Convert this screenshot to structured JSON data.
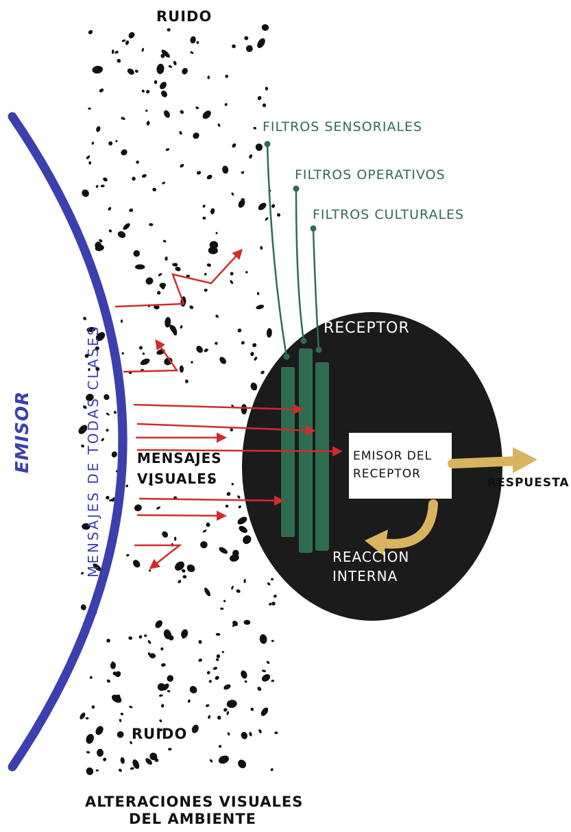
{
  "labels": {
    "ruido_top": "RUIDO",
    "ruido_bottom": "RUIDO",
    "filtros_sensoriales": "FILTROS SENSORIALES",
    "filtros_operativos": "FILTROS OPERATIVOS",
    "filtros_culturales": "FILTROS CULTURALES",
    "receptor": "RECEPTOR",
    "emisor": "EMISOR",
    "mensajes_todas_clases": "MENSAJES DE TODAS CLASES",
    "mensajes_visuales_1": "MENSAJES",
    "mensajes_visuales_2": "VISUALES",
    "emisor_del_receptor_1": "EMISOR DEL",
    "emisor_del_receptor_2": "RECEPTOR",
    "respuesta": "RESPUESTA",
    "reaccion_interna_1": "REACCION",
    "reaccion_interna_2": "INTERNA",
    "alteraciones_1": "ALTERACIONES VISUALES",
    "alteraciones_2": "DEL AMBIENTE"
  },
  "colors": {
    "emisor_blue": "#3c3fae",
    "filter_green": "#2f6b4f",
    "message_red": "#d12b2b",
    "receptor_black": "#1b1b1b",
    "response_gold": "#d8b45e",
    "noise_black": "#111111"
  }
}
